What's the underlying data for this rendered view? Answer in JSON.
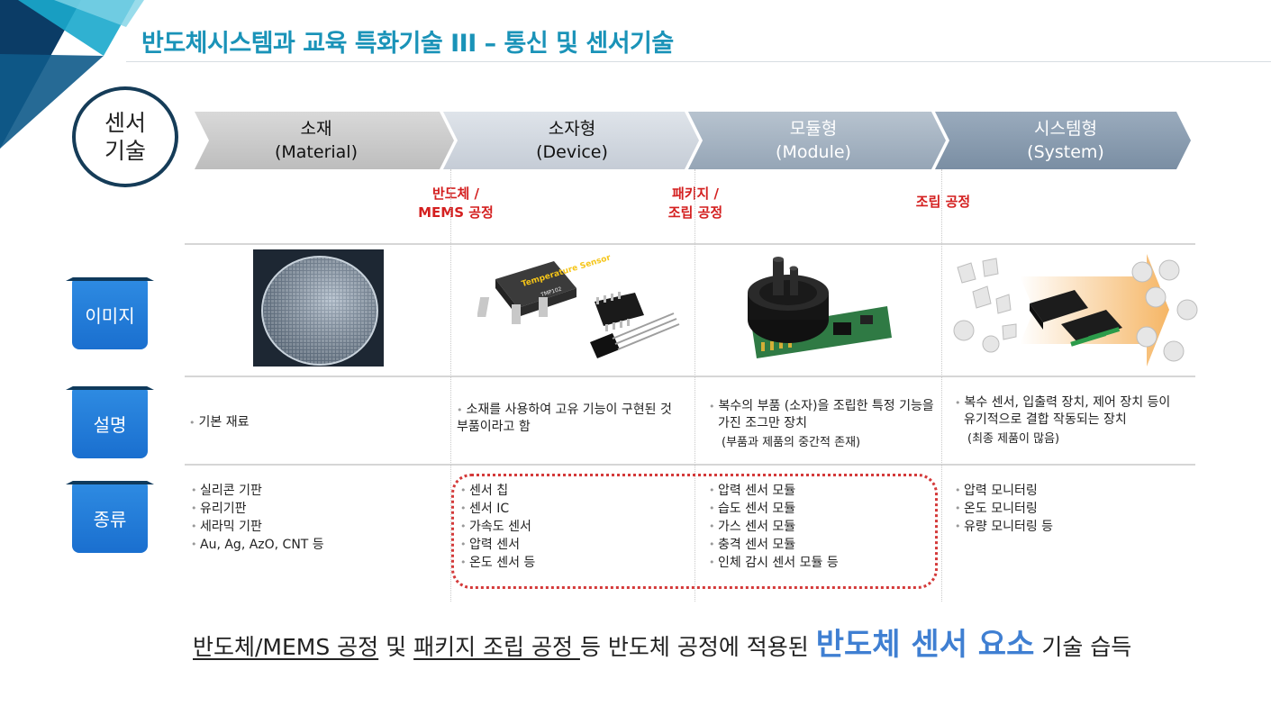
{
  "header": {
    "title": "반도체시스템과 교육 특화기술 III – 통신 및 센서기술"
  },
  "badge": {
    "line1": "센서",
    "line2": "기술"
  },
  "stages": [
    {
      "name": "소재",
      "en": "(Material)"
    },
    {
      "name": "소자형",
      "en": "(Device)"
    },
    {
      "name": "모듈형",
      "en": "(Module)"
    },
    {
      "name": "시스템형",
      "en": "(System)"
    }
  ],
  "processes": [
    {
      "line1": "반도체 /",
      "line2": "MEMS 공정"
    },
    {
      "line1": "패키지 /",
      "line2": "조립 공정"
    },
    {
      "line1": "조립 공정",
      "line2": ""
    }
  ],
  "row_labels": {
    "image": "이미지",
    "description": "설명",
    "types": "종류"
  },
  "descriptions": {
    "material": {
      "line1": "기본 재료"
    },
    "device": {
      "line1": "소재를 사용하여 고유 기능이 구현된 것",
      "line2": "부품이라고 함"
    },
    "module": {
      "line1": "복수의 부품 (소자)을 조립한 특정 기능을",
      "line2": "가진 조그만 장치",
      "line3": "(부품과 제품의 중간적 존재)"
    },
    "system": {
      "line1": "복수 센서, 입출력 장치, 제어 장치 등이",
      "line2": "유기적으로 결합 작동되는 장치",
      "line3": "(최종 제품이 많음)"
    }
  },
  "types": {
    "material": [
      "실리콘 기판",
      "유리기판",
      "세라믹 기판",
      "Au, Ag, AzO, CNT 등"
    ],
    "device": [
      "센서 칩",
      "센서 IC",
      "가속도 센서",
      "압력 센서",
      "온도 센서 등"
    ],
    "module": [
      "압력 센서 모듈",
      "습도 센서 모듈",
      "가스 센서 모듈",
      "충격 센서 모듈",
      "인체 감시 센서 모듈 등"
    ],
    "system": [
      "압력 모니터링",
      "온도 모니터링",
      "유량 모니터링 등"
    ]
  },
  "image_text": {
    "sensor_chip": "Temperature Sensor",
    "sensor_part": "TMP102"
  },
  "footer": {
    "part1": "반도체/MEMS 공정",
    "part2": " 및 ",
    "part3": "패키지 조립 공정 ",
    "part4": "등 반도체 공정에 적용된 ",
    "part5": "반도체 센서 요소",
    "part6": " 기술 습득"
  },
  "colors": {
    "title": "#1a93b8",
    "accent_blue": "#3f7fd2",
    "process_red": "#d42020",
    "row_label_blue": "#1a6fcf",
    "badge_border": "#153c58"
  }
}
